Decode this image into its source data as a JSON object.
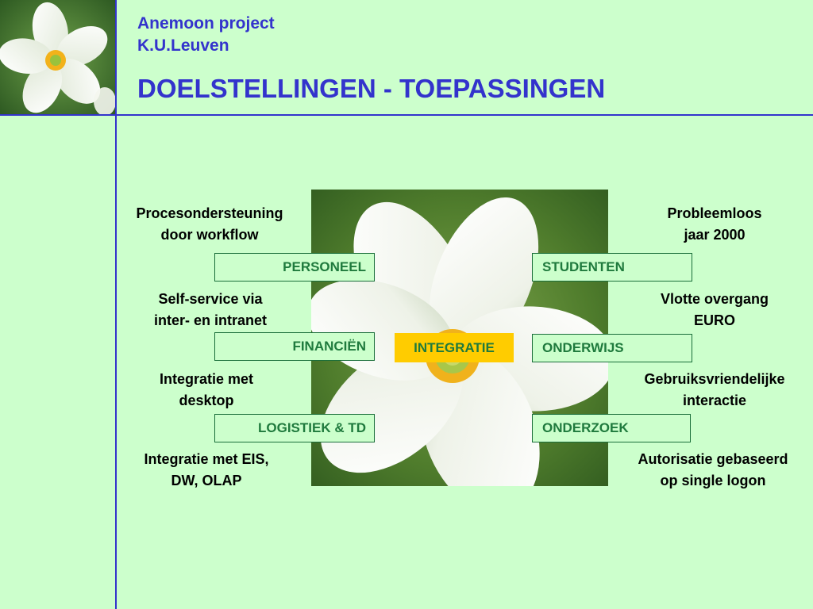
{
  "header": {
    "org_line1": "Anemoon project",
    "org_line2": "K.U.Leuven",
    "title": "DOELSTELLINGEN - TOEPASSINGEN"
  },
  "diagram": {
    "center_label": "INTEGRATIE",
    "left_boxes": [
      "PERSONEEL",
      "FINANCIËN",
      "LOGISTIEK & TD"
    ],
    "right_boxes": [
      "STUDENTEN",
      "ONDERWIJS",
      "ONDERZOEK"
    ],
    "left_notes": [
      [
        "Procesondersteuning",
        "door workflow"
      ],
      [
        "Self-service via",
        "inter- en intranet"
      ],
      [
        "Integratie met",
        "desktop"
      ],
      [
        "Integratie met EIS,",
        "DW, OLAP"
      ]
    ],
    "right_notes": [
      [
        "Probleemloos",
        "jaar 2000"
      ],
      [
        "Vlotte overgang",
        "EURO"
      ],
      [
        "Gebruiksvriendelijke",
        "interactie"
      ],
      [
        "Autorisatie gebaseerd",
        "op single logon"
      ]
    ]
  },
  "colors": {
    "background": "#ccffcc",
    "rule_lines": "#3333cc",
    "heading_text": "#3333cc",
    "box_text": "#1f7a3d",
    "center_fill": "#ffcc00"
  }
}
